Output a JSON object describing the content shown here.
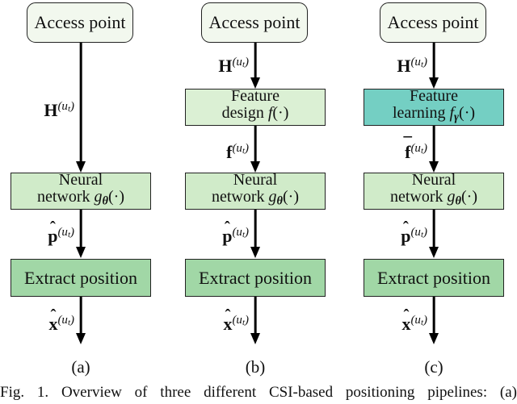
{
  "figure": {
    "caption": "Fig. 1.  Overview of three different CSI-based positioning pipelines: (a)",
    "sublabels": {
      "a": "(a)",
      "b": "(b)",
      "c": "(c)"
    }
  },
  "colors": {
    "access_fill": "#f2f8ee",
    "feature_design_fill": "#dbf0d4",
    "feature_learning_fill": "#74cfc3",
    "neural_fill": "#d0ebc9",
    "extract_fill": "#a1d7a6",
    "border": "#222222",
    "arrow": "#000000"
  },
  "boxes": {
    "access": {
      "label": "Access point"
    },
    "feature_design": {
      "line1": "Feature",
      "line2_pre": "design ",
      "math_base": "f",
      "math_sub": "",
      "math_post": "(·)"
    },
    "feature_learning": {
      "line1": "Feature",
      "line2_pre": "learning ",
      "math_base": "f",
      "math_sub": "γ",
      "math_post": "(·)"
    },
    "neural": {
      "line1": "Neural",
      "line2_pre": "network ",
      "math_base": "g",
      "math_sub": "θ",
      "math_post": "(·)"
    },
    "extract": {
      "label": "Extract position"
    }
  },
  "math": {
    "H": {
      "accent": "",
      "base": "H",
      "sup1": "(u",
      "sub": "t",
      "sup2": ")"
    },
    "f": {
      "accent": "",
      "base": "f",
      "sup1": "(u",
      "sub": "t",
      "sup2": ")"
    },
    "fbar": {
      "accent": "¯",
      "base": "f",
      "sup1": "(u",
      "sub": "t",
      "sup2": ")"
    },
    "phat": {
      "accent": "ˆ",
      "base": "p",
      "sup1": "(u",
      "sub": "t",
      "sup2": ")"
    },
    "xhat": {
      "accent": "ˆ",
      "base": "x",
      "sup1": "(u",
      "sub": "t",
      "sup2": ")"
    }
  }
}
